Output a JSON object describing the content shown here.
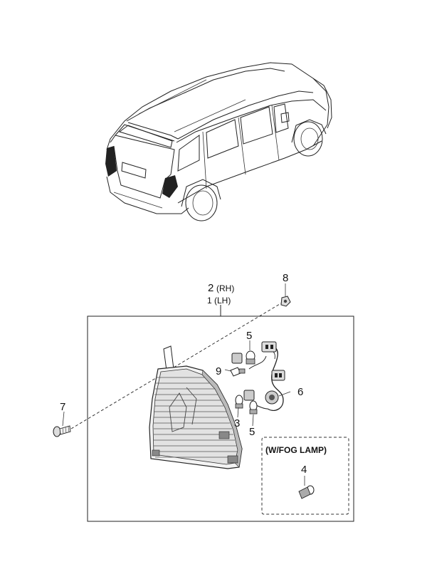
{
  "labels": {
    "p1": "1 (LH)",
    "p2_num": "2",
    "p2_side": "(RH)",
    "p3": "3",
    "p4": "4",
    "p5a": "5",
    "p5b": "5",
    "p6": "6",
    "p7": "7",
    "p8": "8",
    "p9": "9"
  },
  "option_box": {
    "title": "(W/FOG LAMP)"
  }
}
